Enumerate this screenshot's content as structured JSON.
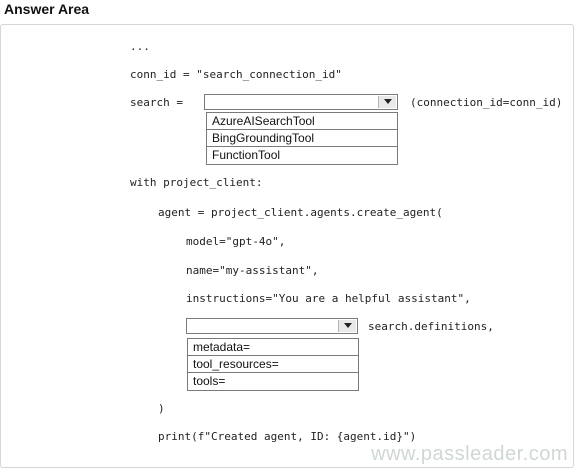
{
  "header": {
    "title": "Answer Area"
  },
  "code": {
    "ellipsis": "...",
    "conn_line": "conn_id = \"search_connection_id\"",
    "search_prefix": "search =",
    "search_suffix": "(connection_id=conn_id)",
    "with_line": "with project_client:",
    "agent_line": "agent = project_client.agents.create_agent(",
    "model_line": "model=\"gpt-4o\",",
    "name_line": "name=\"my-assistant\",",
    "instructions_line": "instructions=\"You are a helpful assistant\",",
    "definitions_suffix": "search.definitions,",
    "close_paren": ")",
    "print_line": "print(f\"Created agent, ID: {agent.id}\")"
  },
  "dropdown1": {
    "selected": "",
    "options": [
      "AzureAISearchTool",
      "BingGroundingTool",
      "FunctionTool"
    ]
  },
  "dropdown2": {
    "selected": "",
    "options": [
      "metadata=",
      "tool_resources=",
      "tools="
    ]
  },
  "watermark": {
    "text": "www.passleader.com"
  },
  "icons": {
    "dropdown_arrow": "chevron-down-icon"
  }
}
